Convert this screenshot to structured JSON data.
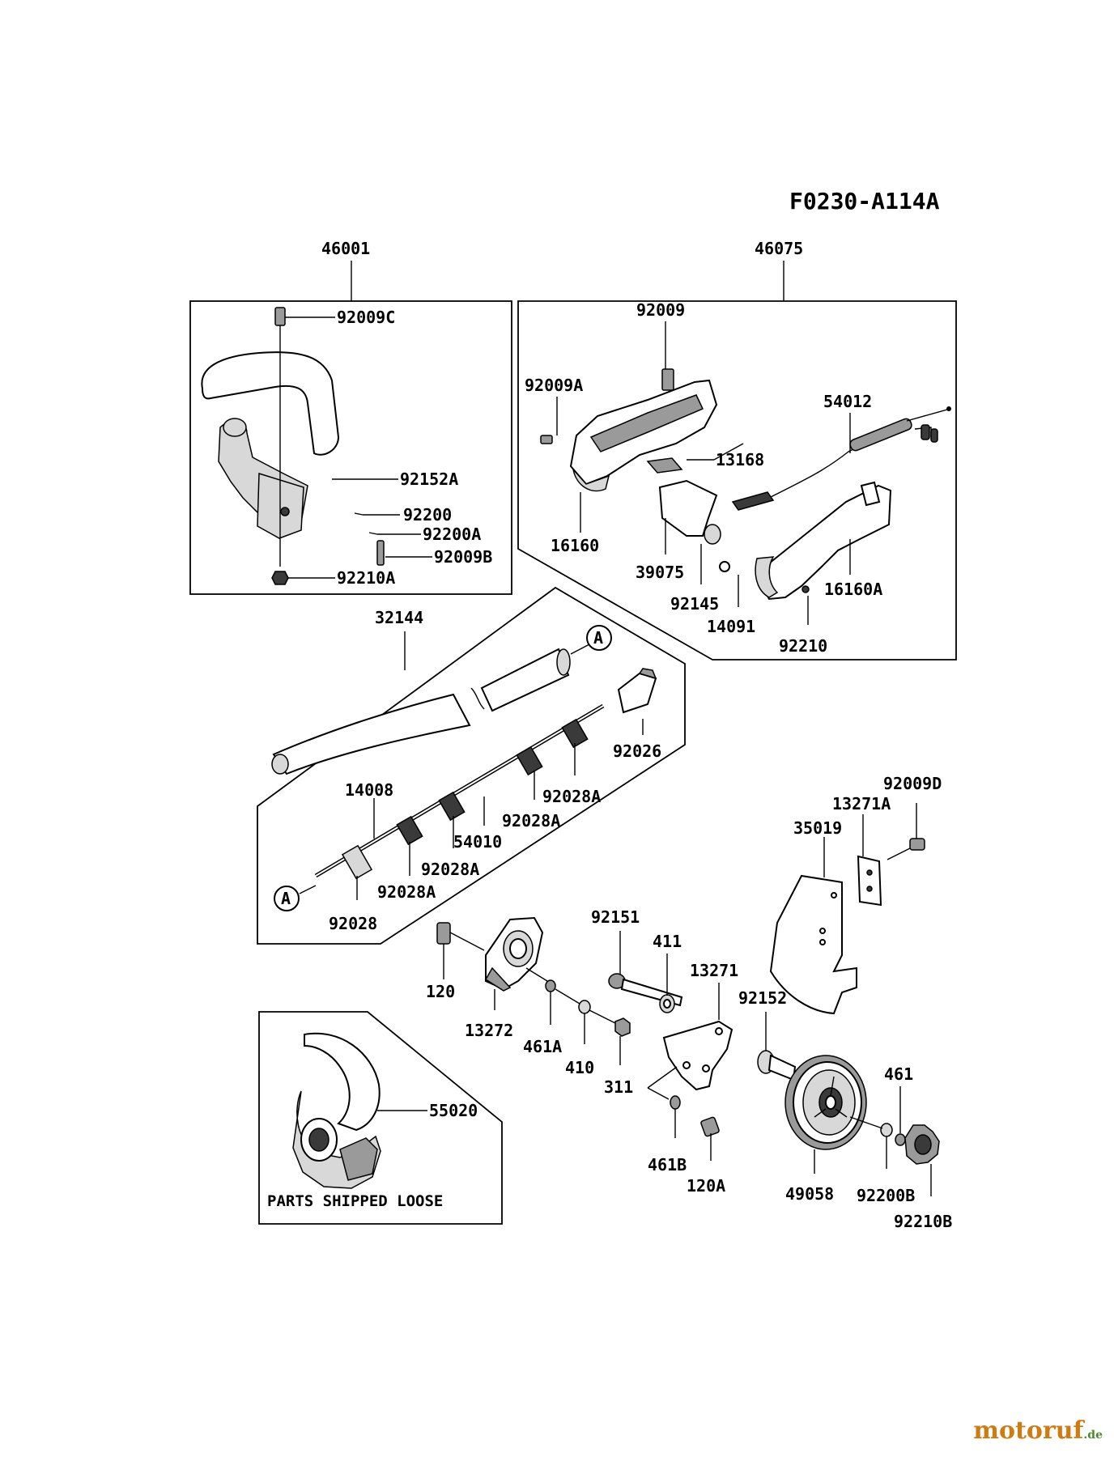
{
  "diagram_code": "F0230-A114A",
  "callouts": {
    "c46001": "46001",
    "c92009C": "92009C",
    "c92152A": "92152A",
    "c92200": "92200",
    "c92200A": "92200A",
    "c92009B": "92009B",
    "c92210A": "92210A",
    "c46075": "46075",
    "c92009": "92009",
    "c92009A": "92009A",
    "c54012": "54012",
    "c13168": "13168",
    "c16160": "16160",
    "c39075": "39075",
    "c92145": "92145",
    "c14091": "14091",
    "c16160A": "16160A",
    "c92210": "92210",
    "c32144": "32144",
    "c92026": "92026",
    "c14008": "14008",
    "c92028A_1": "92028A",
    "c92028A_2": "92028A",
    "c54010": "54010",
    "c92028A_3": "92028A",
    "c92028A_4": "92028A",
    "c92028": "92028",
    "c92009D": "92009D",
    "c13271A": "13271A",
    "c35019": "35019",
    "c92151": "92151",
    "c411": "411",
    "c13271": "13271",
    "c92152": "92152",
    "c120": "120",
    "c13272": "13272",
    "c461A": "461A",
    "c410": "410",
    "c311": "311",
    "c461": "461",
    "c55020": "55020",
    "c461B": "461B",
    "c120A": "120A",
    "c49058": "49058",
    "c92200B": "92200B",
    "c92210B": "92210B",
    "refA_top": "A",
    "refA_bottom": "A"
  },
  "loose_parts_note": "PARTS SHIPPED LOOSE",
  "watermark": {
    "main": "motoruf",
    "suffix": ".de"
  }
}
